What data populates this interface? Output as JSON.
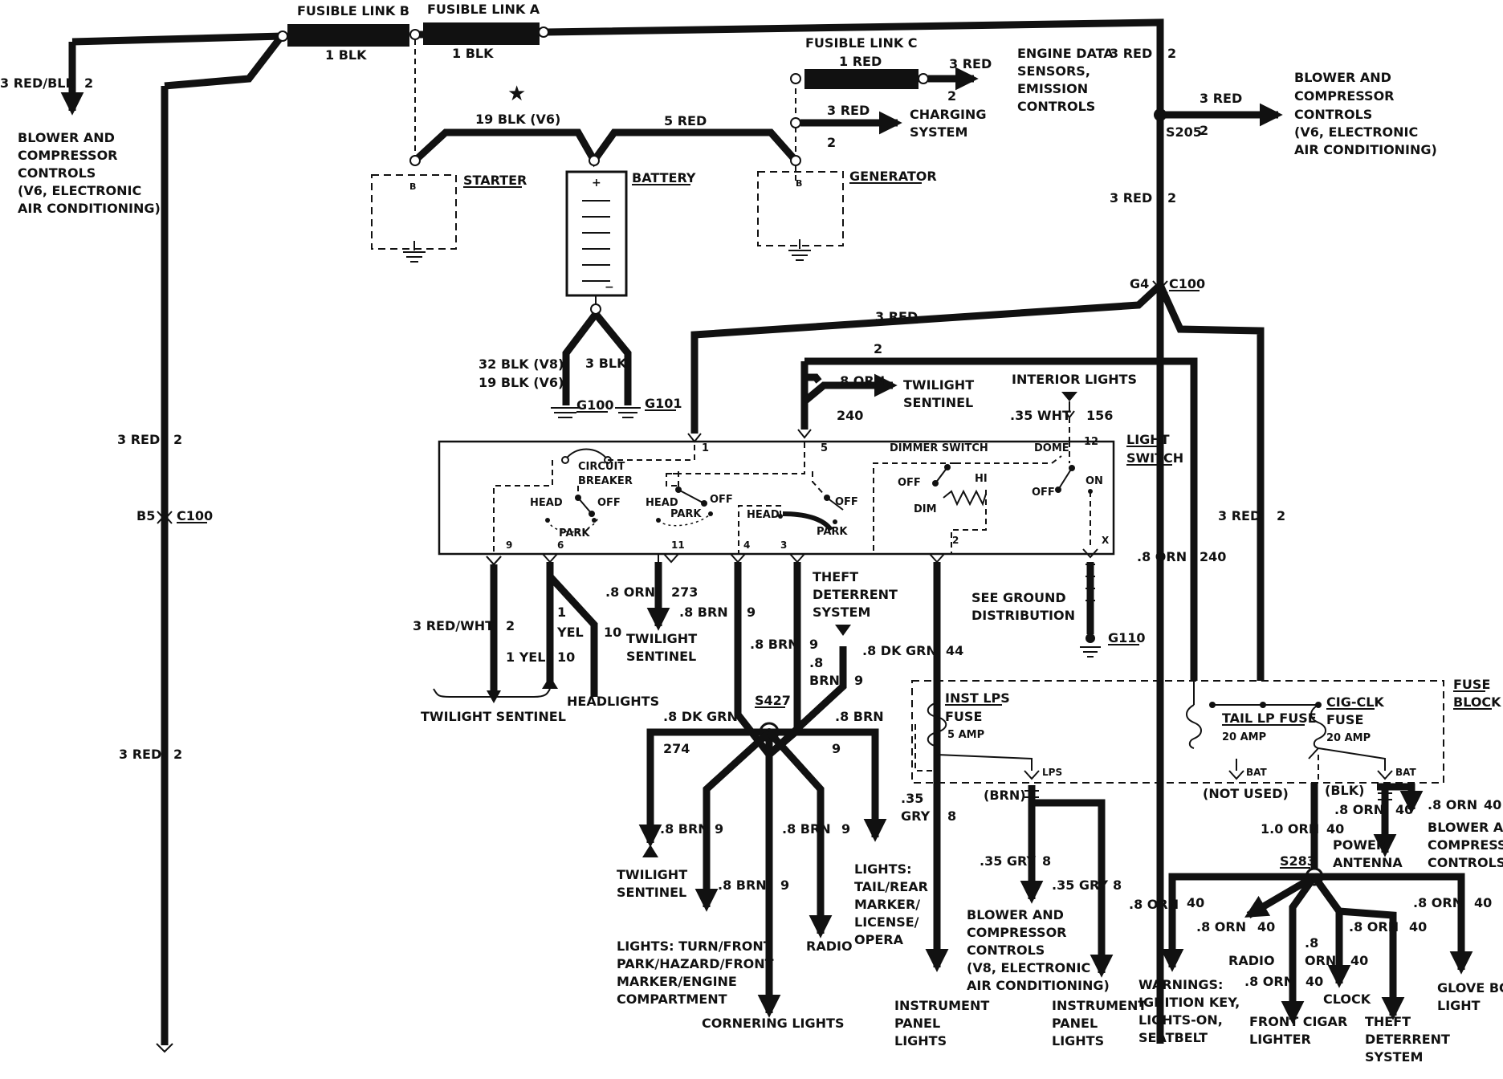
{
  "fusible_links": {
    "b": "FUSIBLE LINK B",
    "a": "FUSIBLE LINK A",
    "c": "FUSIBLE LINK C"
  },
  "top_wires": {
    "b_gauge": "1 BLK",
    "a_gauge": "1 BLK",
    "c_gauge": "1 RED",
    "c_out": "3 RED",
    "c_out_circ": "2",
    "charging_wire": "3 RED",
    "charging_circ": "2",
    "left_drop": "3 RED/BLK",
    "left_drop_circ": "2",
    "right_top": "3 RED",
    "right_top_circ": "2",
    "s205_out": "3 RED",
    "s205_circ": "2",
    "right_mid": "3 RED",
    "right_mid_circ": "2",
    "left_vert_1": "3 RED",
    "left_vert_1_circ": "2",
    "left_vert_2": "3 RED",
    "left_vert_2_circ": "2",
    "c100_pin": "B5",
    "starter_wire": "19 BLK (V6)",
    "gen_wire": "5 RED",
    "bat_g100": "32 BLK (V8)",
    "bat_g100_b": "19 BLK (V6)",
    "bat_g101": "3 BLK",
    "c100_left": "3 RED",
    "c100_left_circ": "2",
    "right_low": "3 RED",
    "right_low_circ": "2"
  },
  "labels": {
    "blower_left": [
      "BLOWER AND",
      "COMPRESSOR",
      "CONTROLS",
      "(V6, ELECTRONIC",
      "AIR CONDITIONING)"
    ],
    "engine_data": [
      "ENGINE DATA",
      "SENSORS,",
      "EMISSION",
      "CONTROLS"
    ],
    "charging": [
      "CHARGING",
      "SYSTEM"
    ],
    "blower_right": [
      "BLOWER AND",
      "COMPRESSOR",
      "CONTROLS",
      "(V6, ELECTRONIC",
      "AIR CONDITIONING)"
    ],
    "starter": "STARTER",
    "battery": "BATTERY",
    "generator": "GENERATOR",
    "pin_b": "B",
    "bat_plus": "+",
    "bat_minus": "−",
    "g100": "G100",
    "g101": "G101",
    "g4": "G4",
    "c100": "C100",
    "s205": "S205",
    "light_switch": [
      "LIGHT",
      "SWITCH"
    ],
    "interior_lights": "INTERIOR LIGHTS",
    "twilight_top": [
      "TWILIGHT",
      "SENTINEL"
    ],
    "orn_240": ".8 ORN",
    "circ_240": "240",
    "wht": ".35 WHT",
    "circ_156": "156",
    "circuit_breaker": [
      "CIRCUIT",
      "BREAKER"
    ],
    "dimmer_switch": "DIMMER SWITCH",
    "dome": "DOME",
    "head": "HEAD",
    "off": "OFF",
    "park": "PARK",
    "hi": "HI",
    "dim": "DIM",
    "on": "ON",
    "pins": {
      "p1": "1",
      "p5": "5",
      "p12": "12",
      "p9": "9",
      "p6": "6",
      "p11": "11",
      "p4": "4",
      "p3": "3",
      "p2": "2",
      "px": "X"
    },
    "see_ground": [
      "SEE GROUND",
      "DISTRIBUTION"
    ],
    "g110": "G110",
    "theft": [
      "THEFT",
      "DETERRENT",
      "SYSTEM"
    ],
    "red_wht": "3 RED/WHT",
    "red_wht_circ": "2",
    "yel1": "1",
    "yel_yel": "YEL",
    "yel_10": "10",
    "yel1b": "1 YEL",
    "yel_10b": "10",
    "twilight_sentinel_bottom": "TWILIGHT SENTINEL",
    "headlights": "HEADLIGHTS",
    "orn_273": ".8 ORN",
    "circ_273": "273",
    "twilight_mid": [
      "TWILIGHT",
      "SENTINEL"
    ],
    "brn_a": ".8 BRN",
    "brn_a_circ": "9",
    "brn_b": ".8 BRN",
    "brn_b_circ": "9",
    "brn_c": ".8",
    "brn_c2": "BRN",
    "brn_c_circ": "9",
    "dkgrn": ".8 DK GRN",
    "circ_44": "44",
    "s427": "S427",
    "dkgrn_274": ".8 DK GRN",
    "circ_274": "274",
    "brn_r": ".8 BRN",
    "brn_r_circ": "9",
    "brn_tw": ".8 BRN",
    "brn_tw_circ": "9",
    "brn_turn": ".8 BRN",
    "brn_turn_circ": "9",
    "brn_radio": ".8 BRN",
    "brn_radio_circ": "9",
    "twilight_low": [
      "TWILIGHT",
      "SENTINEL"
    ],
    "lights_turn": [
      "LIGHTS: TURN/FRONT",
      "PARK/HAZARD/FRONT",
      "MARKER/ENGINE",
      "COMPARTMENT"
    ],
    "cornering": "CORNERING LIGHTS",
    "radio_left": "RADIO",
    "lights_tail": [
      "LIGHTS:",
      "TAIL/REAR",
      "MARKER/",
      "LICENSE/",
      "OPERA"
    ],
    "gry_a": ".35",
    "gry_a2": "GRY",
    "gry_a_circ": "8",
    "inst_left": [
      "INSTRUMENT",
      "PANEL",
      "LIGHTS"
    ],
    "fuse_block": [
      "FUSE",
      "BLOCK"
    ],
    "inst_lps": [
      "INST LPS",
      "FUSE",
      "5 AMP"
    ],
    "tail_lp": [
      "TAIL LP FUSE",
      "20 AMP"
    ],
    "cig_clk": [
      "CIG-CLK",
      "FUSE",
      "20 AMP"
    ],
    "lps": "LPS",
    "brn_paren": "(BRN)",
    "gry_b": ".35 GRY",
    "gry_b_circ": "8",
    "gry_c": ".35 GRY",
    "gry_c_circ": "8",
    "blower_v8": [
      "BLOWER AND",
      "COMPRESSOR",
      "CONTROLS",
      "(V8, ELECTRONIC",
      "AIR CONDITIONING)"
    ],
    "inst_right": [
      "INSTRUMENT",
      "PANEL",
      "LIGHTS"
    ],
    "bat_a": "BAT",
    "bat_b": "BAT",
    "not_used": "(NOT USED)",
    "blk_paren": "(BLK)",
    "orn_240b": ".8 ORN",
    "circ_240b": "240",
    "orn_pa": ".8 ORN",
    "orn_pa_circ": "40",
    "power_antenna": [
      "POWER",
      "ANTENNA"
    ],
    "orn_bl": ".8 ORN",
    "orn_bl_circ": "40",
    "blower_r2": [
      "BLOWER AND",
      "COMPRESSOR",
      "CONTROLS"
    ],
    "orn_10": "1.0 ORN",
    "orn_10_circ": "40",
    "s283": "S283",
    "orn_w": ".8 ORN",
    "orn_w_circ": "40",
    "orn_radio": ".8 ORN",
    "orn_radio_circ": "40",
    "orn_cig": ".8",
    "orn_cig2": "ORN",
    "orn_cig_circ": "40",
    "orn_cig3": ".8 ORN",
    "orn_cig3_circ": "40",
    "orn_theft": ".8 ORN",
    "orn_theft_circ": "40",
    "orn_glove": ".8 ORN",
    "orn_glove_circ": "40",
    "warnings": [
      "WARNINGS:",
      "IGNITION KEY,",
      "LIGHTS-ON,",
      "SEATBELT"
    ],
    "radio_right": "RADIO",
    "clock": "CLOCK",
    "front_cigar": [
      "FRONT CIGAR",
      "LIGHTER"
    ],
    "theft_right": [
      "THEFT",
      "DETERRENT",
      "SYSTEM"
    ],
    "glove_box": [
      "GLOVE BOX",
      "LIGHT"
    ]
  }
}
